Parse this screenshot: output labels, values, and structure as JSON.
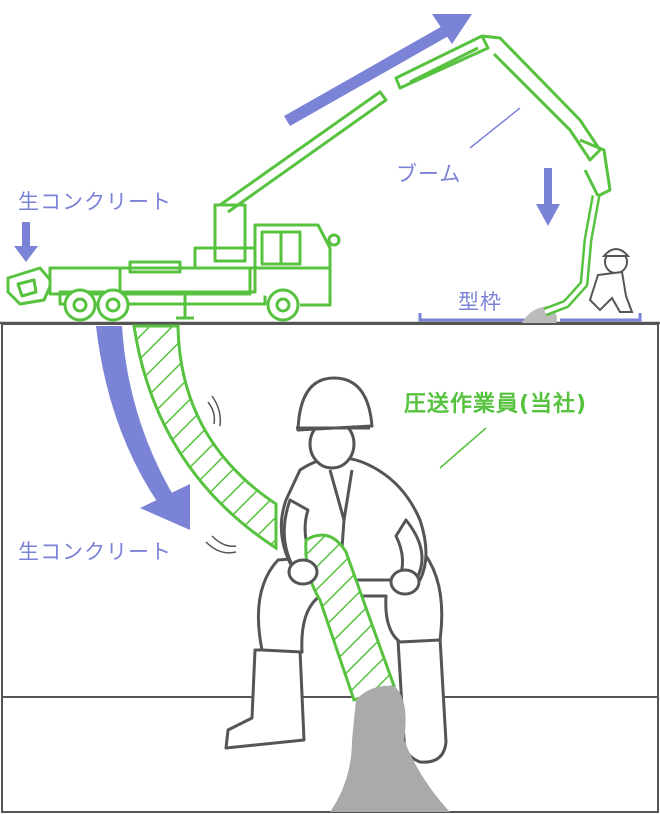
{
  "labels": {
    "fresh_concrete_top": "生コンクリート",
    "boom": "ブーム",
    "formwork": "型枠",
    "operator": "圧送作業員(当社)",
    "fresh_concrete_bottom": "生コンクリート"
  },
  "colors": {
    "green": "#57c23f",
    "blue": "#7b83d6",
    "outline": "#555555",
    "concrete": "#aaaaaa"
  }
}
